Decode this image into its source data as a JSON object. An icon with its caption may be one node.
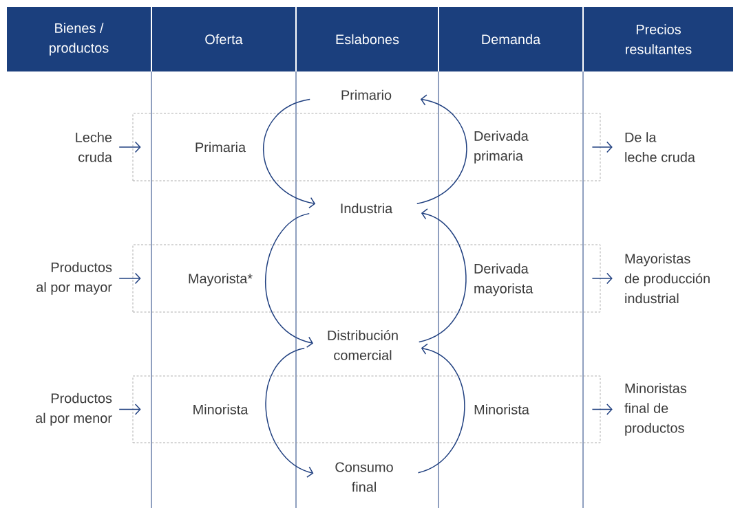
{
  "diagram": {
    "nodes": [
      {
        "text": [
          "Bienes / productos"
        ]
      },
      {
        "text": [
          "Oferta"
        ]
      },
      {
        "text": [
          "Eslabones"
        ]
      },
      {
        "text": [
          "Demanda"
        ]
      },
      {
        "text": [
          "Precios resultantes"
        ]
      },
      {
        "text": [
          "Primario"
        ]
      },
      {
        "text": [],
        "shape": "box"
      },
      {
        "text": [
          "Leche cruda"
        ]
      },
      {
        "text": [
          "Primaria"
        ],
        "in": 6
      },
      {
        "text": [
          "Derivada primaria"
        ],
        "in": 6
      },
      {
        "text": [
          "De la leche cruda"
        ]
      },
      {
        "text": [
          "Industria"
        ]
      },
      {
        "text": [],
        "shape": "box"
      },
      {
        "text": [
          "Productos al por mayor"
        ]
      },
      {
        "text": [
          "Mayorista*"
        ],
        "in": 12
      },
      {
        "text": [
          "Derivada mayorista"
        ],
        "in": 12
      },
      {
        "text": [
          "Mayoristas de producción industrial"
        ]
      },
      {
        "text": [
          "Distribución comercial"
        ]
      },
      {
        "text": [],
        "shape": "box"
      },
      {
        "text": [
          "Productos al por menor"
        ]
      },
      {
        "text": [
          "Minorista"
        ],
        "in": 18
      },
      {
        "text": [
          "Minorista"
        ],
        "in": 18
      },
      {
        "text": [
          "Minoristas final de productos"
        ]
      },
      {
        "text": [
          "Consumo final"
        ]
      }
    ],
    "edges": [
      {
        "from": 7,
        "to": 6,
        "arrow": "to"
      },
      {
        "from": 6,
        "to": 10,
        "arrow": "to"
      },
      {
        "from": 5,
        "to": 11,
        "arrow": "to"
      },
      {
        "from": 11,
        "to": 5,
        "arrow": "to"
      },
      {
        "from": 13,
        "to": 12,
        "arrow": "to"
      },
      {
        "from": 12,
        "to": 16,
        "arrow": "to"
      },
      {
        "from": 11,
        "to": 17,
        "arrow": "to"
      },
      {
        "from": 17,
        "to": 11,
        "arrow": "to"
      },
      {
        "from": 19,
        "to": 18,
        "arrow": "to"
      },
      {
        "from": 18,
        "to": 22,
        "arrow": "to"
      },
      {
        "from": 17,
        "to": 23,
        "arrow": "to"
      },
      {
        "from": 23,
        "to": 17,
        "arrow": "to"
      }
    ]
  }
}
